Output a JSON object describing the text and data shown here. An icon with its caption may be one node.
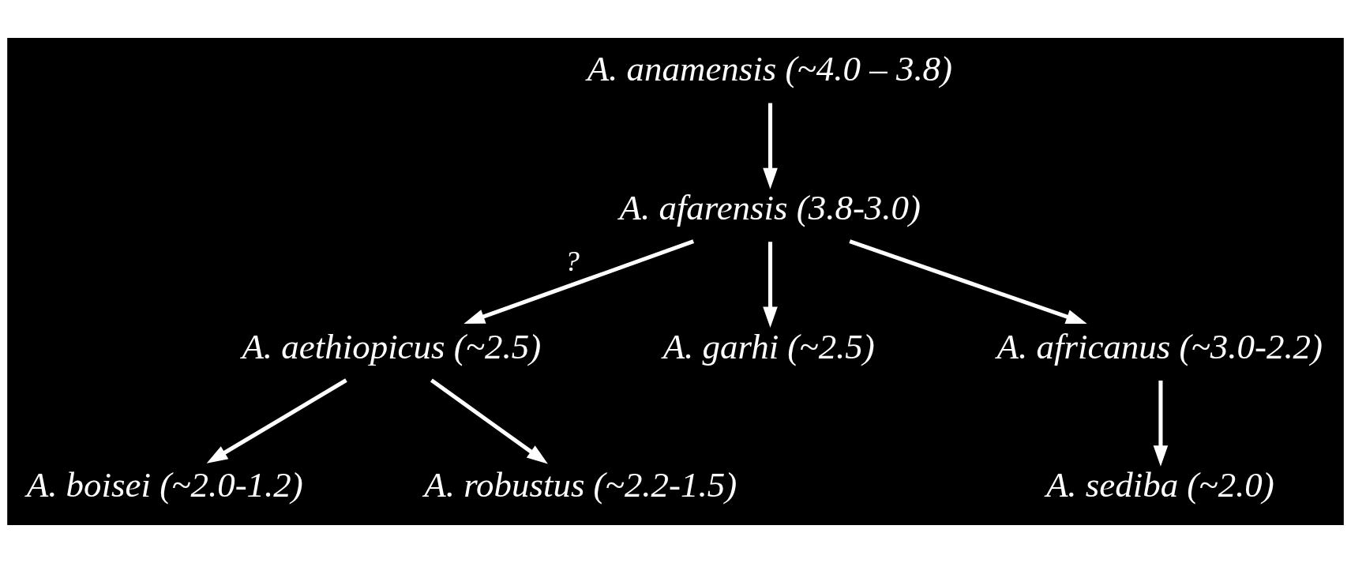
{
  "diagram": {
    "nodes": [
      {
        "text": [
          "A. anamensis (~4.0 – 3.8)"
        ]
      },
      {
        "text": [
          "A. afarensis (3.8-3.0)"
        ]
      },
      {
        "text": [
          "A. aethiopicus (~2.5)"
        ]
      },
      {
        "text": [
          "A. garhi (~2.5)"
        ]
      },
      {
        "text": [
          "A. africanus (~3.0-2.2)"
        ]
      },
      {
        "text": [
          "A. boisei (~2.0-1.2)"
        ]
      },
      {
        "text": [
          "A. robustus (~2.2-1.5)"
        ]
      },
      {
        "text": [
          "A. sediba (~2.0)"
        ]
      }
    ],
    "edges": [
      {
        "from": 0,
        "to": 1,
        "arrow": "to"
      },
      {
        "from": 1,
        "to": 2,
        "arrow": "to",
        "label": "?"
      },
      {
        "from": 1,
        "to": 3,
        "arrow": "to"
      },
      {
        "from": 1,
        "to": 4,
        "arrow": "to"
      },
      {
        "from": 2,
        "to": 5,
        "arrow": "to"
      },
      {
        "from": 2,
        "to": 6,
        "arrow": "to"
      },
      {
        "from": 4,
        "to": 7,
        "arrow": "to"
      }
    ]
  }
}
